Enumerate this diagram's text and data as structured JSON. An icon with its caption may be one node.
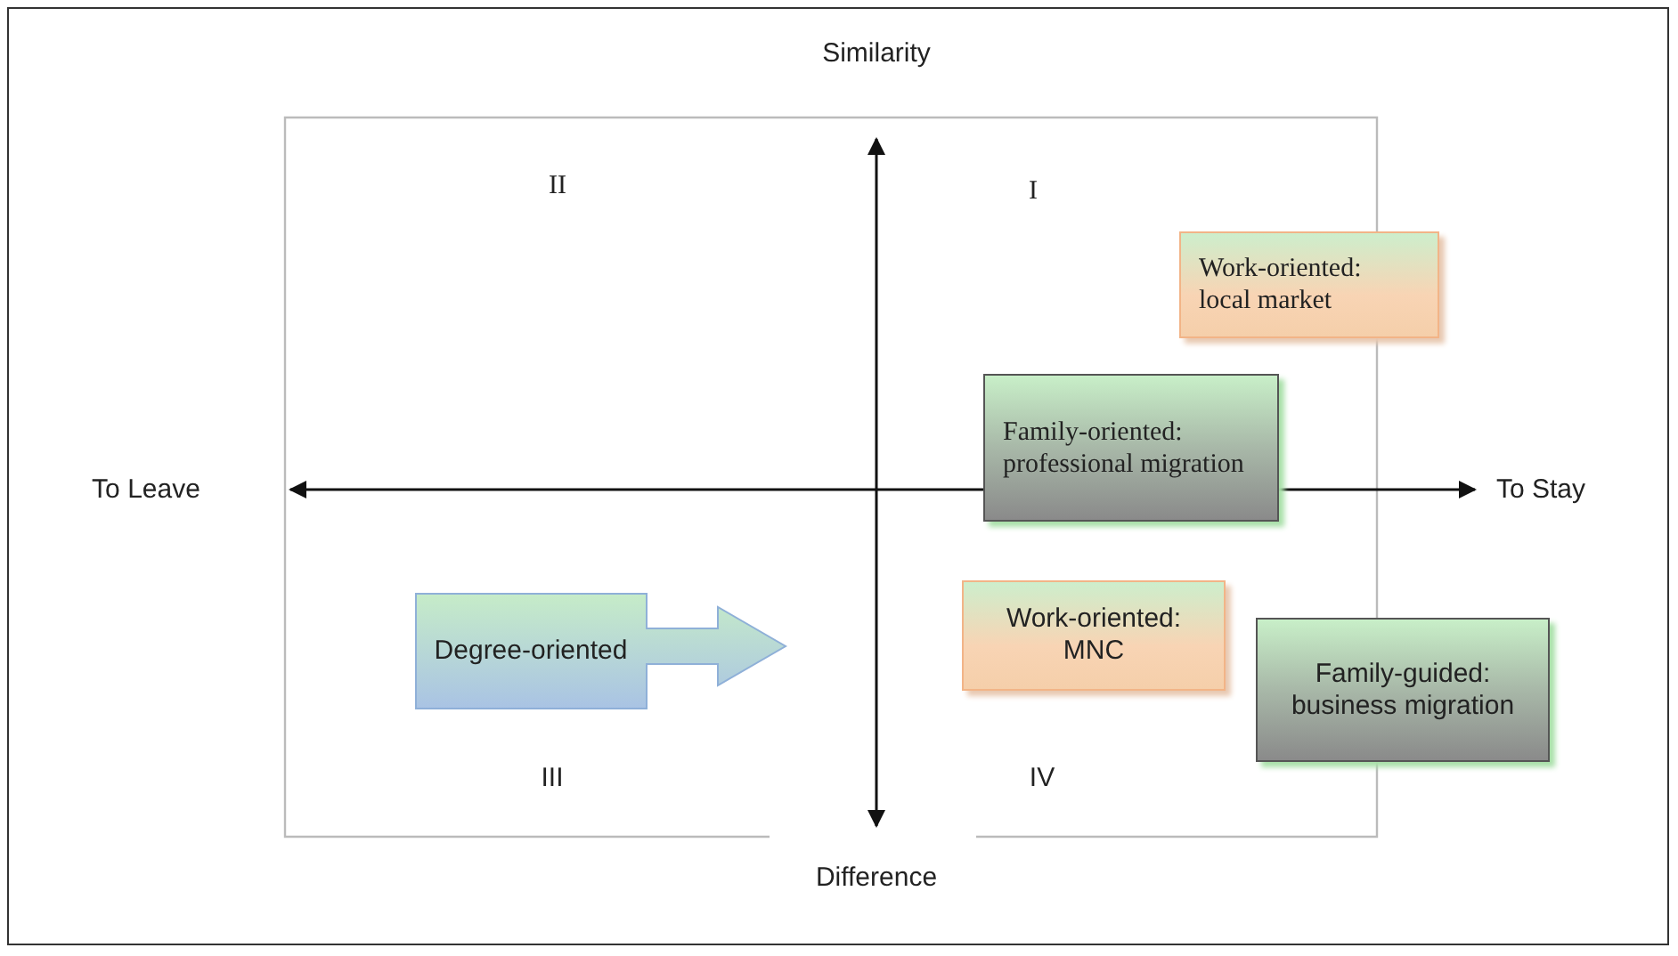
{
  "diagram": {
    "nodes": [
      {
        "text": [
          "Work-oriented: local market"
        ]
      },
      {
        "text": [
          "Family-oriented: professional migration"
        ]
      },
      {
        "text": [
          "Degree-oriented"
        ]
      },
      {
        "text": [
          "Work-oriented: MNC"
        ]
      },
      {
        "text": [
          "Family-guided: business migration"
        ]
      }
    ],
    "labels": [
      "Similarity",
      "II",
      "I",
      "To Leave",
      "To Stay",
      "III",
      "IV",
      "Difference"
    ]
  }
}
